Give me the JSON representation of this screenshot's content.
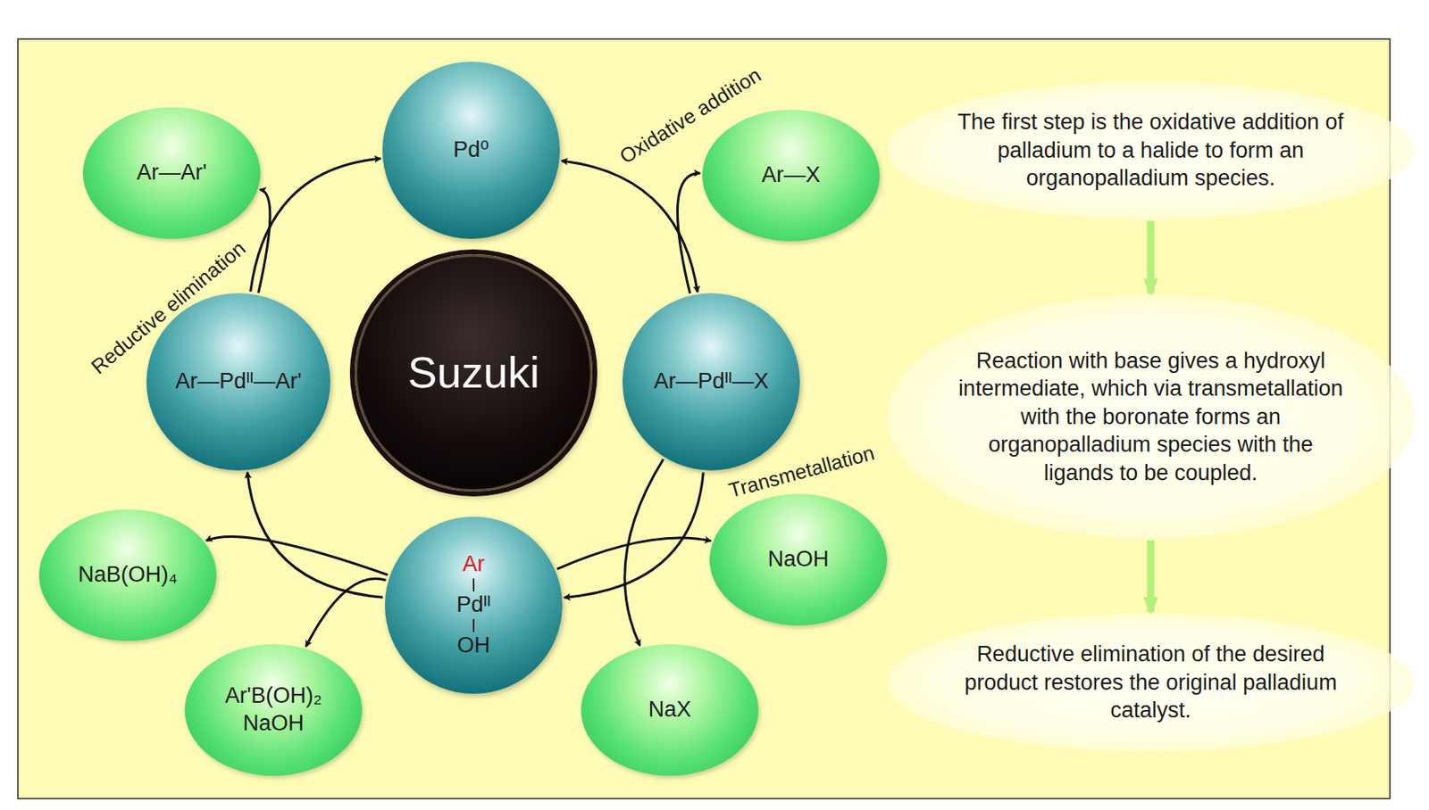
{
  "diagram": {
    "title": "Suzuki",
    "nodes": [
      {
        "text": [
          "Ar—Ar'"
        ]
      },
      {
        "text": [
          "Pd⁰"
        ]
      },
      {
        "text": [
          "Ar—X"
        ]
      },
      {
        "text": [
          "The first step is the oxidative addition of palladium to a halide to form an organopalladium species."
        ]
      },
      {
        "text": [
          "Ar—Pdᴵᴵ—Ar'"
        ]
      },
      {
        "text": [
          "Suzuki"
        ]
      },
      {
        "text": [
          "Ar—Pdᴵᴵ—X"
        ]
      },
      {
        "text": [
          "Reaction with base gives a hydroxyl intermediate, which via transmetallation with the boronate forms an organopalladium species with the ligands to be coupled."
        ]
      },
      {
        "text": [
          "NaOH"
        ]
      },
      {
        "text": [
          "NaB(OH)₄"
        ]
      },
      {
        "text": [
          "Ar",
          "Pdᴵᴵ",
          "OH"
        ]
      },
      {
        "text": [
          "NaX"
        ]
      },
      {
        "text": [
          "Ar'B(OH)₂",
          "NaOH"
        ]
      },
      {
        "text": [
          "Reductive elimination of the desired product restores the original palladium catalyst."
        ]
      }
    ],
    "edges": [
      {
        "from": 1,
        "to": 6,
        "arrow": "both"
      },
      {
        "from": 6,
        "to": 2,
        "arrow": "to"
      },
      {
        "from": 6,
        "to": 10,
        "arrow": "to"
      },
      {
        "from": 10,
        "to": 8,
        "arrow": "to"
      },
      {
        "from": 6,
        "to": 11,
        "arrow": "to"
      },
      {
        "from": 10,
        "to": 4,
        "arrow": "to"
      },
      {
        "from": 10,
        "to": 9,
        "arrow": "to"
      },
      {
        "from": 10,
        "to": 12,
        "arrow": "to"
      },
      {
        "from": 4,
        "to": 1,
        "arrow": "to"
      },
      {
        "from": 4,
        "to": 0,
        "arrow": "to"
      },
      {
        "from": 3,
        "to": 7,
        "arrow": "to"
      },
      {
        "from": 7,
        "to": 13,
        "arrow": "to"
      }
    ],
    "labels": [
      "Oxidative addition",
      "Transmetallation",
      "Reductive elimination"
    ]
  }
}
